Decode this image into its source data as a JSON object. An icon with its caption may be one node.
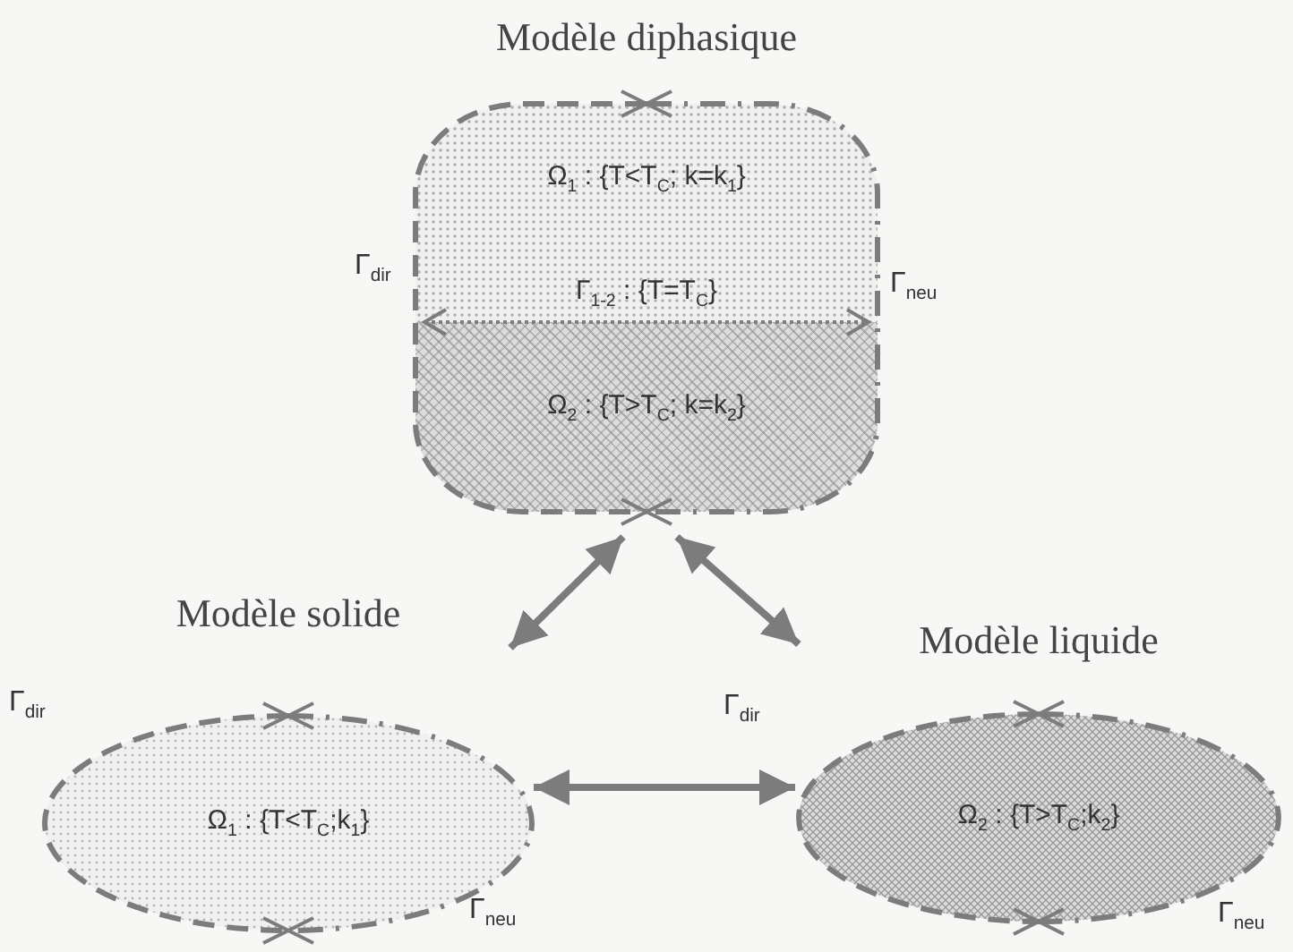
{
  "diagram": {
    "nodes": [
      {
        "text": [
          "Modèle diphasique"
        ]
      },
      {
        "text": [
          "Ω$_{1}$ : {T<T$_{C}$; k=k$_{1}$}"
        ],
        "in": 0
      },
      {
        "text": [
          "Γ$_{1-2}$ : {T=T$_{C}$}"
        ],
        "in": 0
      },
      {
        "text": [
          "Ω$_{2}$ : {T>T$_{C}$; k=k$_{2}$}"
        ],
        "in": 0
      },
      {
        "text": [
          "Modèle solide",
          "Ω$_{1}$ : {T<T$_{C}$;k$_{1}$}"
        ]
      },
      {
        "text": [
          "Modèle liquide",
          "Ω$_{2}$ : {T>T$_{C}$;k$_{2}$}"
        ]
      }
    ],
    "edges": [
      {
        "from": 0,
        "to": 4,
        "arrow": "both"
      },
      {
        "from": 0,
        "to": 5,
        "arrow": "both"
      },
      {
        "from": 4,
        "to": 5,
        "arrow": "both"
      }
    ],
    "labels": [
      "Γ$_{dir}$",
      "Γ$_{neu}$",
      "Γ$_{dir}$",
      "Γ$_{dir}$",
      "Γ$_{neu}$",
      "Γ$_{neu}$"
    ]
  }
}
